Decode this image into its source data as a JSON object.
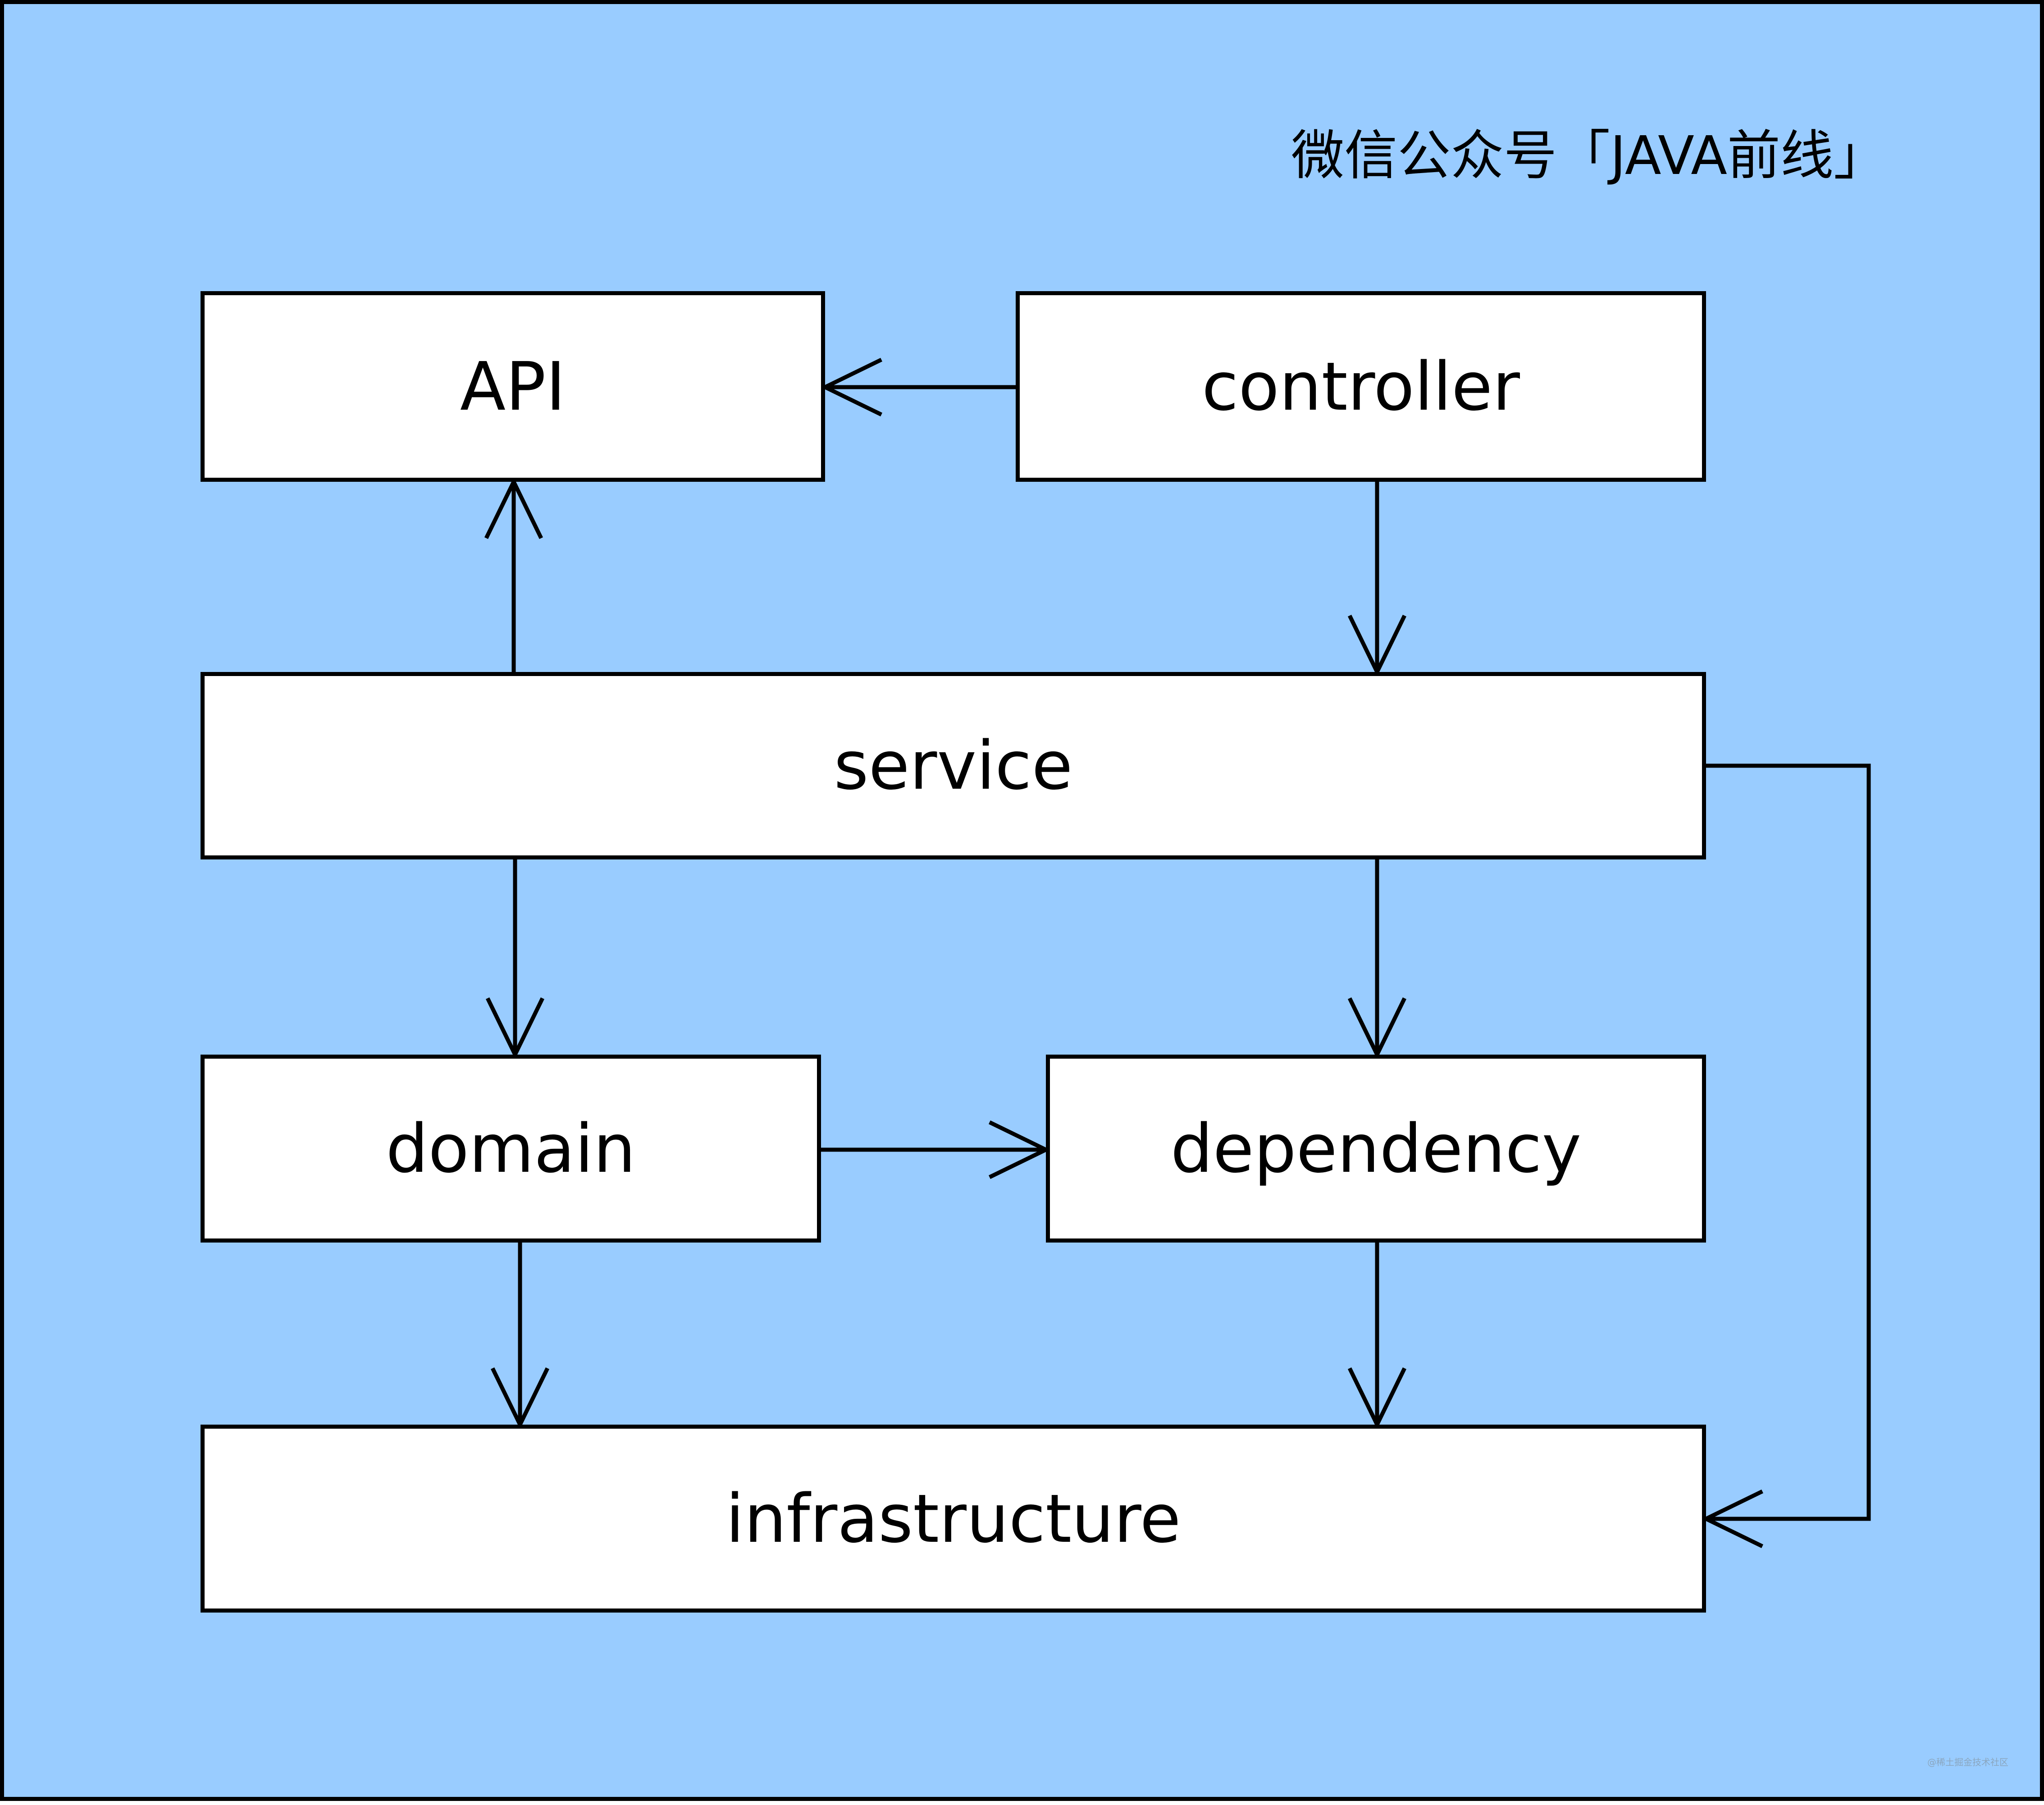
{
  "diagram": {
    "watermark": "微信公众号「JAVA前线」",
    "corner_mark": "@稀土掘金技术社区",
    "colors": {
      "background": "#99CCFF",
      "node_fill": "#FFFFFF",
      "stroke": "#000000"
    },
    "nodes": {
      "api": {
        "label": "API"
      },
      "controller": {
        "label": "controller"
      },
      "service": {
        "label": "service"
      },
      "domain": {
        "label": "domain"
      },
      "dependency": {
        "label": "dependency"
      },
      "infrastructure": {
        "label": "infrastructure"
      }
    },
    "edges": [
      {
        "from": "controller",
        "to": "api"
      },
      {
        "from": "controller",
        "to": "service"
      },
      {
        "from": "service",
        "to": "api"
      },
      {
        "from": "service",
        "to": "domain"
      },
      {
        "from": "service",
        "to": "dependency"
      },
      {
        "from": "service",
        "to": "infrastructure"
      },
      {
        "from": "domain",
        "to": "dependency"
      },
      {
        "from": "domain",
        "to": "infrastructure"
      },
      {
        "from": "dependency",
        "to": "infrastructure"
      }
    ]
  }
}
